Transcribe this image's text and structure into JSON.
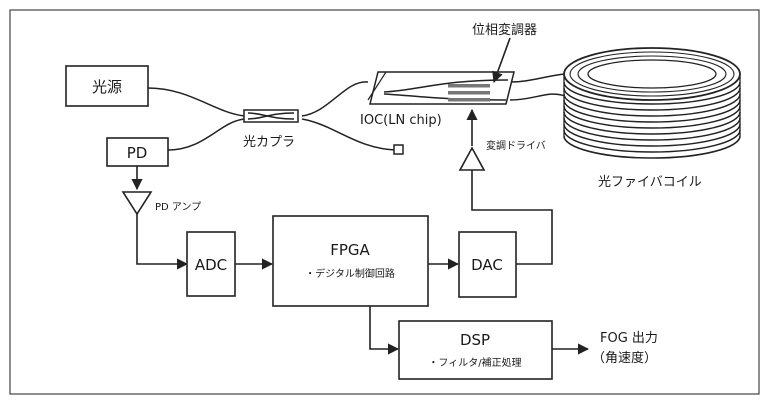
{
  "blocks": {
    "light_source": "光源",
    "pd": "PD",
    "adc": "ADC",
    "fpga_title": "FPGA",
    "fpga_sub": "・デジタル制御回路",
    "dac": "DAC",
    "dsp_title": "DSP",
    "dsp_sub": "・フィルタ/補正処理"
  },
  "labels": {
    "coupler": "光カプラ",
    "phase_modulator": "位相変調器",
    "ioc": "IOC(LN chip)",
    "mod_driver": "変調ドライバ",
    "pd_amp": "PD アンプ",
    "fiber_coil": "光ファイバコイル",
    "fog_output": "FOG 出力",
    "fog_output_sub": "（角速度）"
  }
}
